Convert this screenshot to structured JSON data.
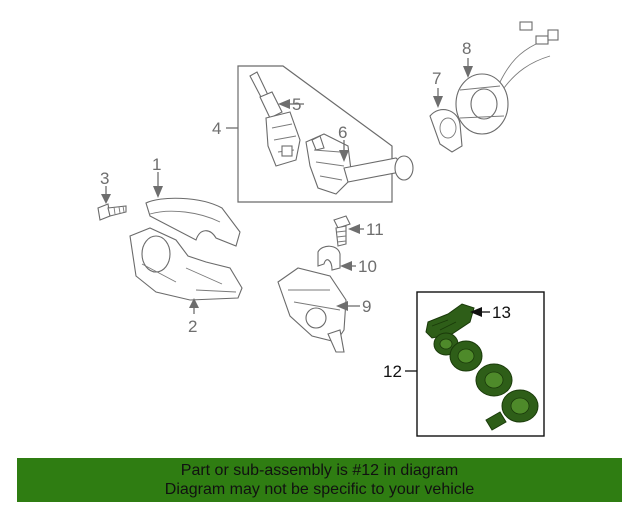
{
  "callouts": {
    "c1": "1",
    "c2": "2",
    "c3": "3",
    "c4": "4",
    "c5": "5",
    "c6": "6",
    "c7": "7",
    "c8": "8",
    "c9": "9",
    "c10": "10",
    "c11": "11",
    "c12": "12",
    "c13": "13"
  },
  "banner": {
    "line1": "Part or sub-assembly is #12 in diagram",
    "line2": "Diagram may not be specific to your vehicle"
  },
  "colors": {
    "banner_background": "#2f7d12",
    "highlight_part": "#2e5e18",
    "line_art": "#6b6b6b"
  }
}
